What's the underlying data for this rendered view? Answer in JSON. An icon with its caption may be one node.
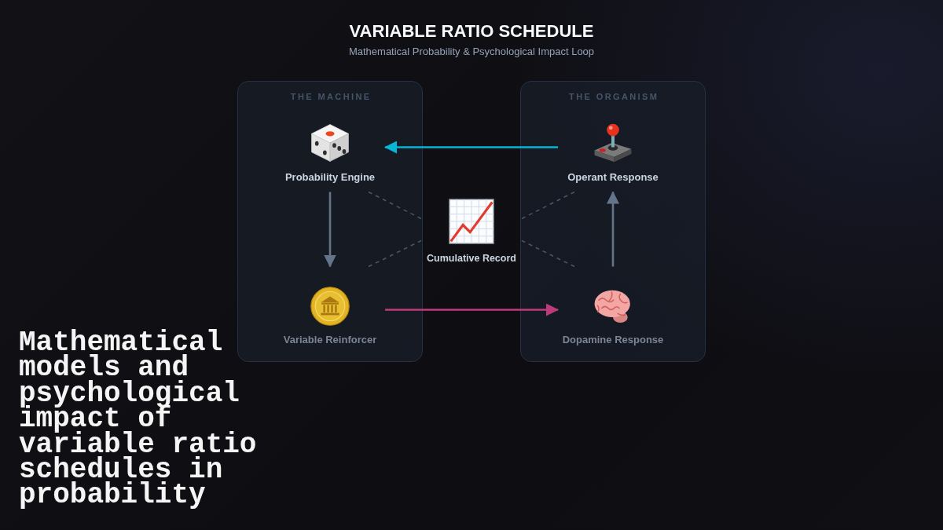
{
  "diagram": {
    "title": "VARIABLE RATIO SCHEDULE",
    "caption": "Mathematical models and psychological impact of variable ratio schedules in probability",
    "nodes": [
      {
        "text": [
          "THE MACHINE"
        ]
      },
      {
        "text": [
          "Probability Engine"
        ],
        "in": 0
      },
      {
        "text": [
          "Variable Reinforcer"
        ],
        "in": 0
      },
      {
        "text": [
          "THE ORGANISM"
        ]
      },
      {
        "text": [
          "Operant Response"
        ],
        "in": 3
      },
      {
        "text": [
          "Dopamine Response"
        ],
        "in": 3
      },
      {
        "text": [
          "Cumulative Record"
        ]
      }
    ],
    "edges": [
      {
        "from": 1,
        "to": 2,
        "arrow": "to"
      },
      {
        "from": 2,
        "to": 5,
        "arrow": "to",
        "color": "#be3b7b"
      },
      {
        "from": 5,
        "to": 4,
        "arrow": "to"
      },
      {
        "from": 4,
        "to": 1,
        "arrow": "to",
        "color": "#06b6d4"
      },
      {
        "from": 1,
        "to": 6,
        "arrow": "none",
        "style": "dashed"
      },
      {
        "from": 4,
        "to": 6,
        "arrow": "none",
        "style": "dashed"
      },
      {
        "from": 2,
        "to": 6,
        "arrow": "none",
        "style": "dashed"
      },
      {
        "from": 5,
        "to": 6,
        "arrow": "none",
        "style": "dashed"
      }
    ],
    "labels": [
      "Mathematical Probability & Psychological Impact Loop"
    ]
  }
}
